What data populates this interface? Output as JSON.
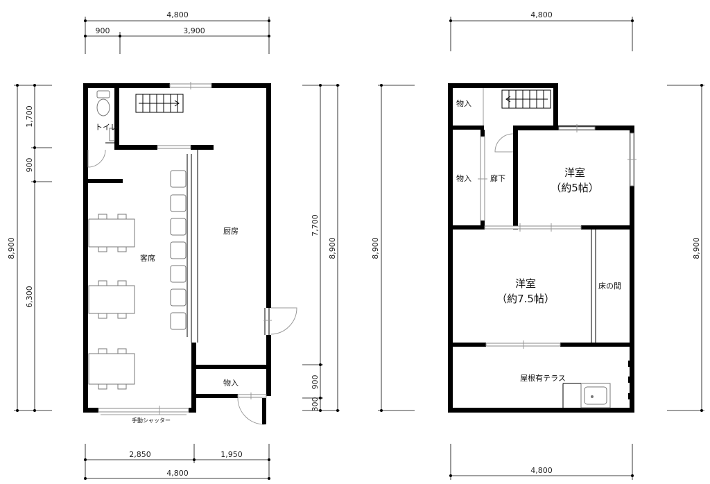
{
  "floor1": {
    "dims": {
      "top_total": "4,800",
      "top_left": "900",
      "top_right": "3,900",
      "left_1": "1,700",
      "left_2": "900",
      "left_3": "6,300",
      "left_total": "8,900",
      "right_1": "7,700",
      "right_total": "8,900",
      "right_3": "900",
      "right_4": "300",
      "bottom_left": "2,850",
      "bottom_right": "1,950",
      "bottom_total": "4,800"
    },
    "rooms": {
      "toilet": "トイレ",
      "seating": "客席",
      "kitchen": "厨房",
      "storage": "物入"
    },
    "notes": {
      "shutter": "手動シャッター"
    }
  },
  "floor2": {
    "dims": {
      "top_total": "4,800",
      "left_total": "8,900",
      "right_total": "8,900",
      "bottom_total": "4,800"
    },
    "rooms": {
      "storage_top": "物入",
      "storage_mid": "物入",
      "hallway": "廊下",
      "western_small_name": "洋室",
      "western_small_size": "（約5帖）",
      "western_large_name": "洋室",
      "western_large_size": "（約7.5帖）",
      "tokonoma": "床の間",
      "terrace": "屋根有テラス"
    }
  }
}
